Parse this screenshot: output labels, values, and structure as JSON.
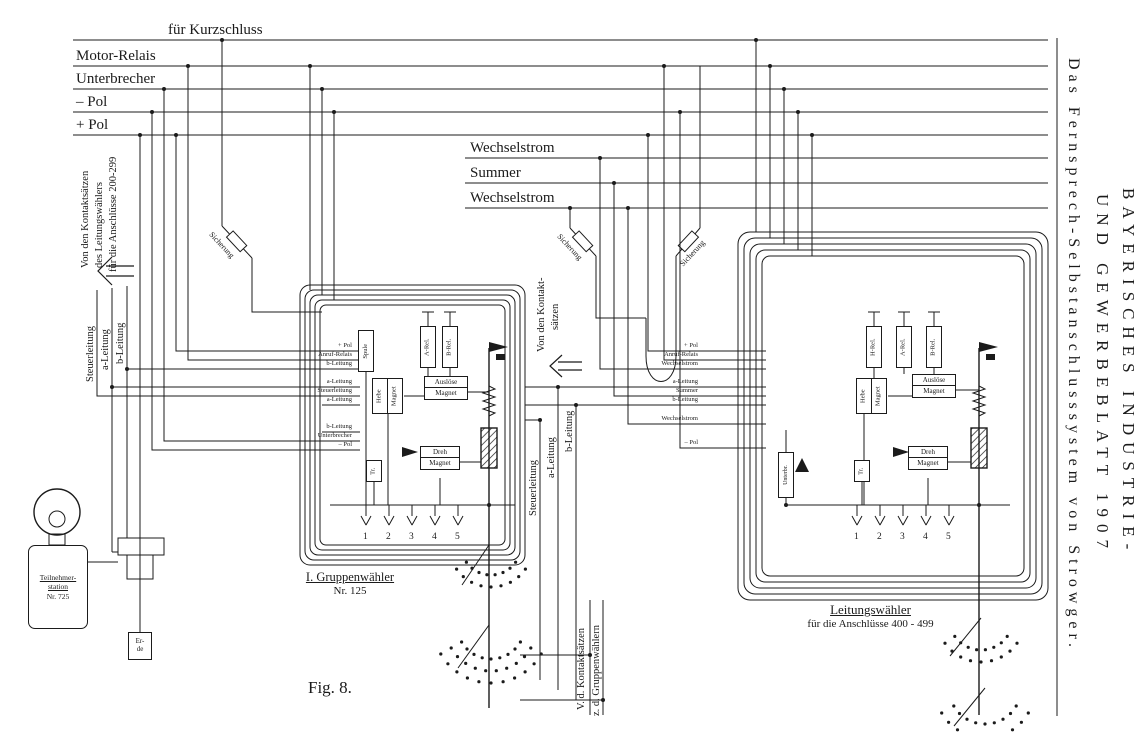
{
  "colors": {
    "ink": "#1b1b1b",
    "paper": "#ffffff"
  },
  "figure": {
    "caption": "Fig. 8."
  },
  "masthead": {
    "journal_line1": "BAYERISCHES INDUSTRIE-",
    "journal_line2": "UND GEWERBEBLATT 1907",
    "article_title": "Das Fernsprech-Selbstanschlusssystem von Strowger."
  },
  "bus": {
    "top": [
      "für Kurzschluss",
      "Motor-Relais",
      "Unterbrecher",
      "– Pol",
      "+ Pol"
    ],
    "middle": [
      "Wechselstrom",
      "Summer",
      "Wechselstrom"
    ]
  },
  "left_margin": {
    "note_lines": [
      "Von den Kontaktsätzen",
      "des Leitungswählers",
      "für die Anschlüsse 200-299"
    ],
    "wires": [
      "Steuerleitung",
      "a-Leitung",
      "b-Leitung"
    ]
  },
  "center": {
    "note_lines": [
      "Von den Kontakt-",
      "sätzen"
    ],
    "wires": [
      "b-Leitung",
      "a-Leitung",
      "Steuerleitung"
    ],
    "bottom_note_lines": [
      "V. d. Kontaktsätzen",
      "z. d. Gruppenwählern"
    ]
  },
  "fuse": {
    "label": "Sicherung"
  },
  "group_selector": {
    "title": "I. Gruppenwähler",
    "subtitle": "Nr. 125",
    "rails": [
      "+ Pol",
      "Anruf-Relais",
      "b-Leitung",
      "a-Leitung",
      "Steuerleitung",
      "a-Leitung",
      "b-Leitung",
      "Unterbrecher",
      "– Pol"
    ],
    "coils": [
      "Spule",
      "A-Rel.",
      "B-Rel."
    ],
    "hebe": [
      "Hebe",
      "Magnet"
    ],
    "ausloese": [
      "Auslöse",
      "Magnet"
    ],
    "dreh": [
      "Dreh",
      "Magnet"
    ],
    "trafo": "Tr.",
    "contacts": [
      "1",
      "2",
      "3",
      "4",
      "5"
    ]
  },
  "line_selector": {
    "title": "Leitungswähler",
    "subtitle": "für die Anschlüsse 400 - 499",
    "rails": [
      "+ Pol",
      "Anruf-Relais",
      "Wechselstrom",
      "a-Leitung",
      "Summer",
      "b-Leitung",
      "Wechselstrom",
      "– Pol"
    ],
    "coils": [
      "H-Rel.",
      "A-Rel.",
      "B-Rel."
    ],
    "hebe": [
      "Hebe",
      "Magnet"
    ],
    "ausloese": [
      "Auslöse",
      "Magnet"
    ],
    "dreh": [
      "Dreh",
      "Magnet"
    ],
    "trafo": "Tr.",
    "interrupter": "Unterbr.",
    "contacts": [
      "1",
      "2",
      "3",
      "4",
      "5"
    ]
  },
  "station": {
    "line1": "Teilnehmer-",
    "line2": "station",
    "line3": "Nr. 725",
    "earth_line1": "Er-",
    "earth_line2": "de"
  }
}
